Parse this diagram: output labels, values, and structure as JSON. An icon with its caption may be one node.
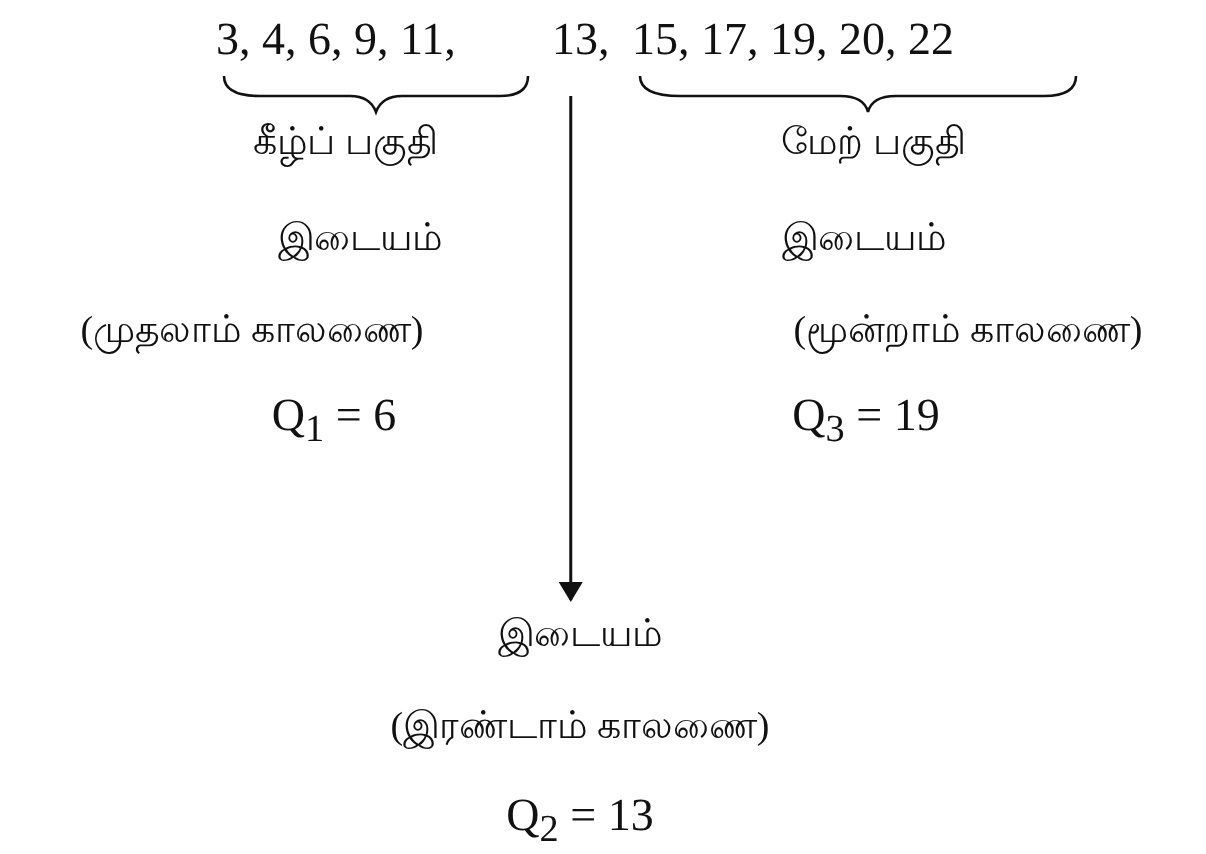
{
  "diagram": {
    "nodes": [
      {
        "text": [
          "3, 4, 6, 9, 11,"
        ]
      },
      {
        "text": [
          "13,"
        ]
      },
      {
        "text": [
          "15, 17, 19, 20, 22"
        ]
      },
      {
        "text": [
          "இடையம்",
          "(இரண்டாம் காலணை)",
          "Q$_{2}$ = 13"
        ]
      }
    ],
    "edges": [
      {
        "from": 1,
        "to": 3,
        "arrow": "to"
      }
    ],
    "labels": [
      "கீழ்ப் பகுதி",
      "மேற் பகுதி",
      "இடையம்",
      "இடையம்",
      "(முதலாம் காலணை)",
      "(மூன்றாம் காலணை)",
      "Q$_{1}$ = 6",
      "Q$_{3}$ = 19"
    ]
  }
}
